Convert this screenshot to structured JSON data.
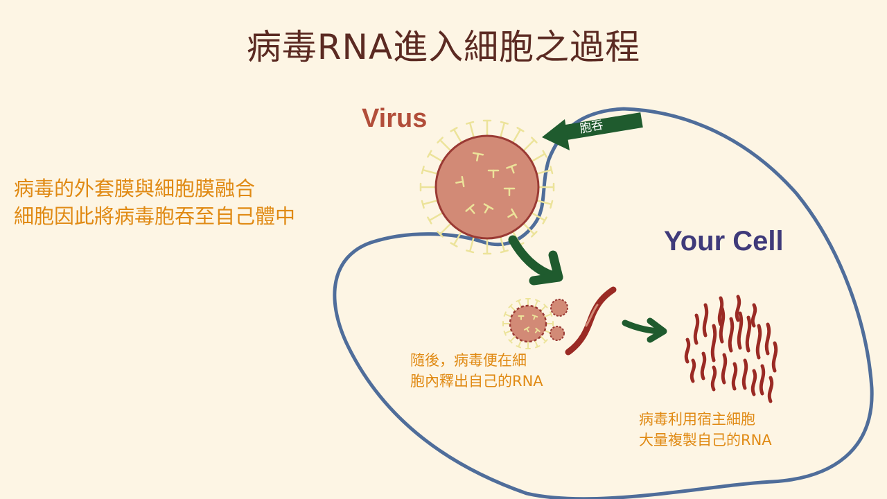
{
  "title": "病毒RNA進入細胞之過程",
  "intro": {
    "line1": "病毒的外套膜與細胞膜融合",
    "line2": "細胞因此將病毒胞吞至自己體中"
  },
  "labels": {
    "virus": "Virus",
    "cell": "Your Cell",
    "endocytosis": "胞吞"
  },
  "steps": {
    "release_line1": "隨後，病毒便在細",
    "release_line2": "胞內釋出自己的RNA",
    "replicate_line1": "病毒利用宿主細胞",
    "replicate_line2": "大量複製自己的RNA"
  },
  "colors": {
    "background": "#fdf5e4",
    "cell_membrane": "#4f6d9a",
    "virus_body": "#d28a76",
    "virus_outline": "#9a3a34",
    "spike": "#ece39a",
    "arrow": "#1f5b2e",
    "rna": "#9a2a24",
    "title": "#5b2a22",
    "text_orange": "#e08a14",
    "virus_label": "#b24e3a",
    "cell_label": "#3f3a7a"
  }
}
